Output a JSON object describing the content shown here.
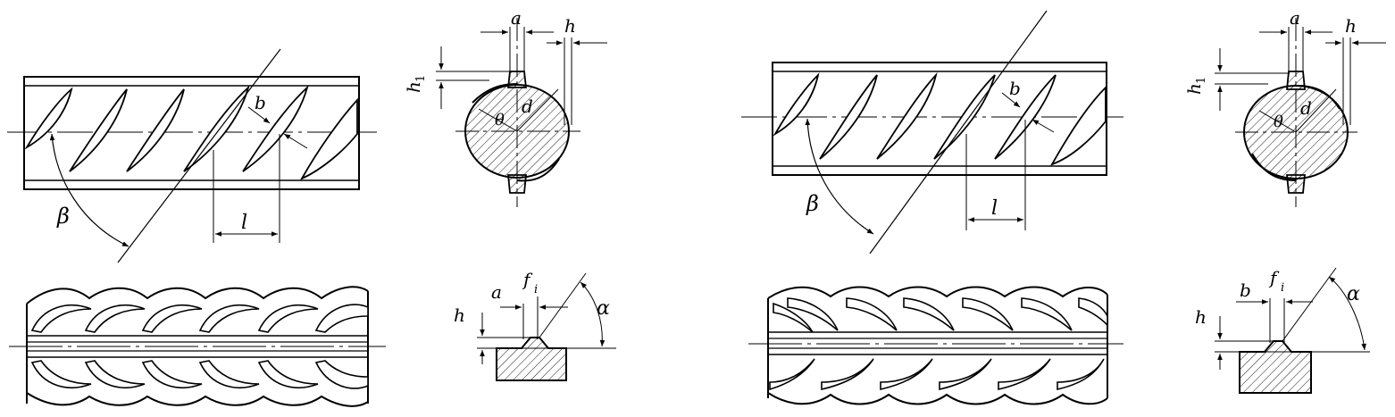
{
  "labels": {
    "a": "a",
    "b": "b",
    "h": "h",
    "h1_base": "h",
    "h1_sub": "1",
    "d": "d",
    "theta": "θ",
    "beta": "β",
    "alpha": "α",
    "l": "l",
    "f_base": "f",
    "f_sub": "i"
  },
  "colors": {
    "line": "#000000",
    "background": "#ffffff"
  }
}
